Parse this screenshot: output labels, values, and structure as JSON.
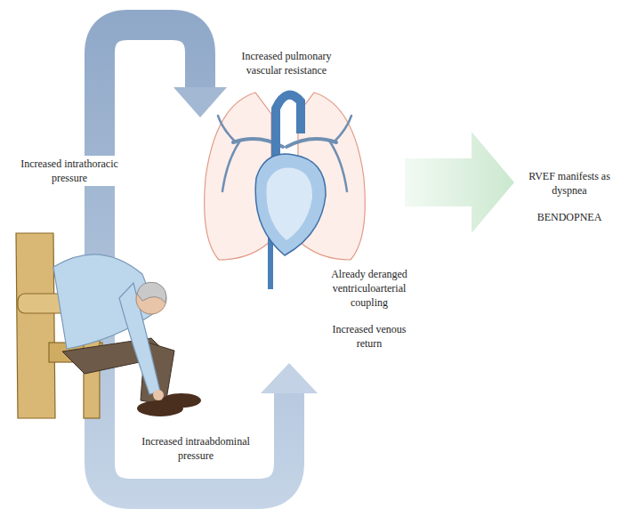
{
  "diagram": {
    "labels": [
      "Increased pulmonary vascular resistance",
      "Increased intrathoracic pressure",
      "RVEF manifests as dyspnea",
      "BENDOPNEA",
      "Already deranged ventriculoarterial coupling",
      "Increased venous return",
      "Increased intraabdominal pressure"
    ]
  }
}
